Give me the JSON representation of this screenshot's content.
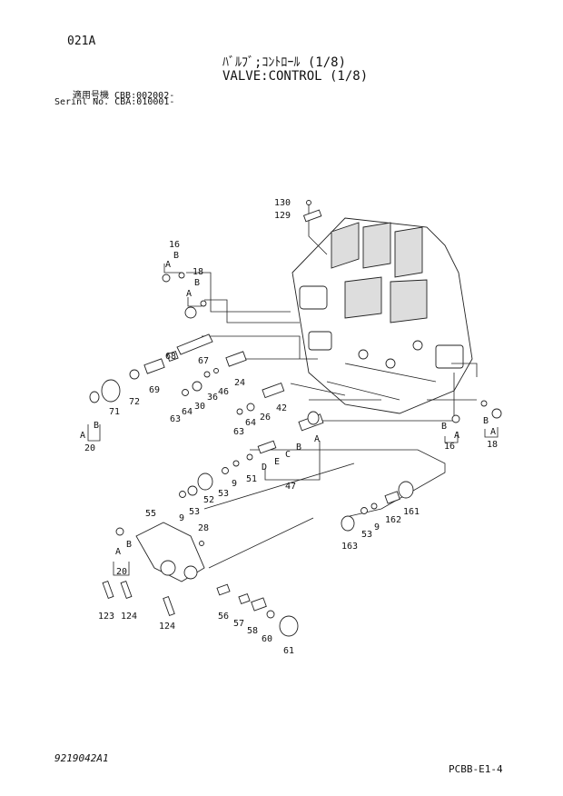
{
  "page_code": "021A",
  "title_jp": "ﾊﾞﾙﾌﾞ;ｺﾝﾄﾛｰﾙ (1/8)",
  "title_en": "VALVE:CONTROL (1/8)",
  "applicable_model": "適用号機  CBB:002002-",
  "serial_no": "Serinl No. CBA:010001-",
  "footer_left": "9219042A1",
  "footer_right": "PCBB-E1-4",
  "parts": [
    "130",
    "129",
    "16",
    "B",
    "A",
    "18",
    "B",
    "A",
    "68",
    "67",
    "24",
    "46",
    "36",
    "30",
    "64",
    "63",
    "69",
    "72",
    "71",
    "B",
    "A",
    "20",
    "42",
    "26",
    "64",
    "63",
    "A",
    "B",
    "C",
    "E",
    "D",
    "47",
    "51",
    "9",
    "53",
    "52",
    "53",
    "9",
    "28",
    "55",
    "A",
    "B",
    "20",
    "123",
    "124",
    "124",
    "56",
    "57",
    "58",
    "60",
    "61",
    "161",
    "162",
    "9",
    "53",
    "163",
    "B",
    "A",
    "16",
    "B",
    "A",
    "18"
  ]
}
